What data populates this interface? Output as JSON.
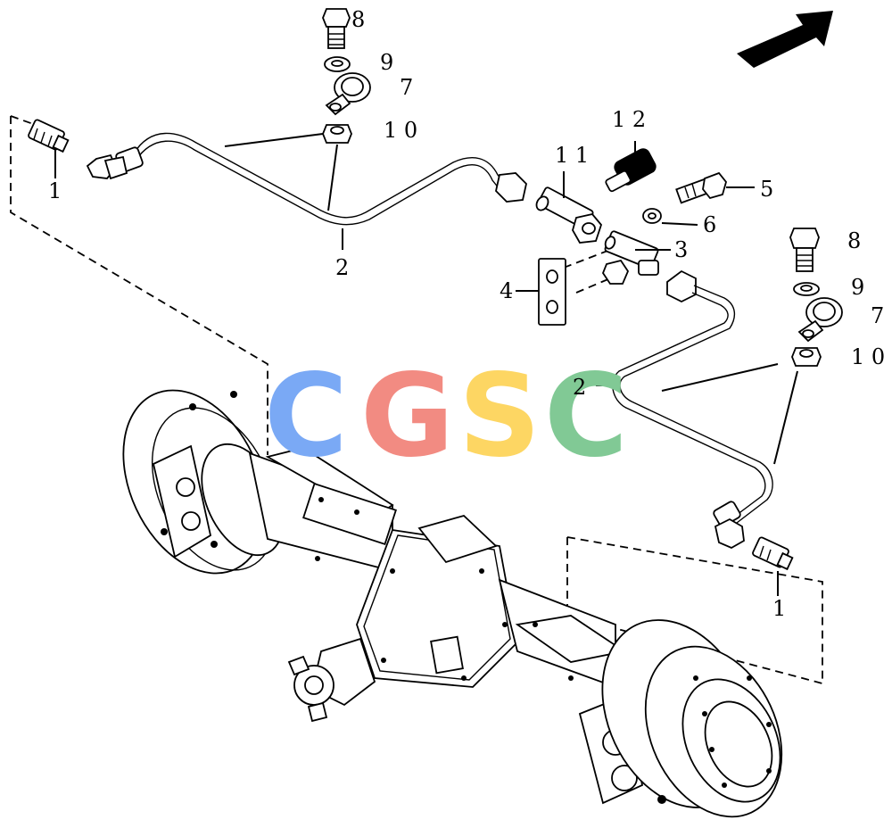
{
  "callouts": {
    "c1_left": "1",
    "c1_right": "1",
    "c2_left": "2",
    "c2_right": "2",
    "c3": "3",
    "c4": "4",
    "c5": "5",
    "c6": "6",
    "c7_top": "7",
    "c7_right": "7",
    "c8_top": "8",
    "c8_right": "8",
    "c9_top": "9",
    "c9_right": "9",
    "c10_top": "1 0",
    "c10_right": "1 0",
    "c11": "1 1",
    "c12": "1 2"
  },
  "watermark": {
    "letters": [
      "C",
      "G",
      "S",
      "C"
    ],
    "colors": [
      "#7aa9f5",
      "#f28b82",
      "#fdd663",
      "#81c995"
    ]
  },
  "direction_arrow": {
    "icon": "north-east-arrow-icon",
    "color": "#000000"
  }
}
